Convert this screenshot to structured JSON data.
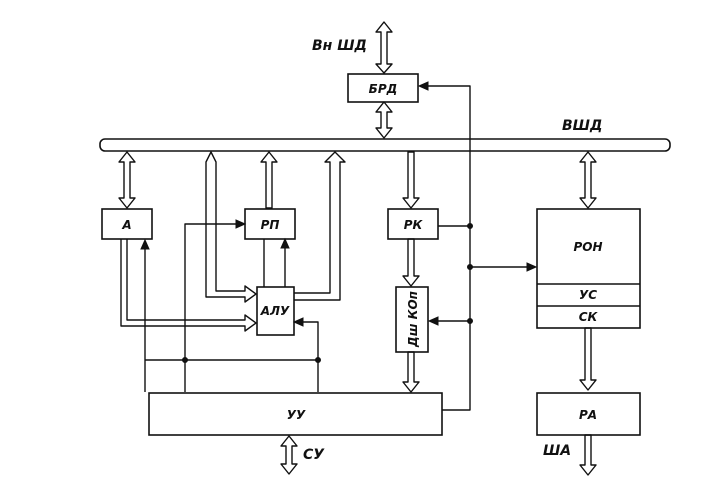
{
  "blocks": {
    "brd": "БРД",
    "a": "А",
    "rp": "РП",
    "rk": "РК",
    "alu": "АЛУ",
    "dsh": "Дш КОп",
    "ron": "РОН",
    "us": "УС",
    "sk": "СК",
    "uu": "УУ",
    "ra": "РА"
  },
  "buses": {
    "vnshd": "Вн ШД",
    "vshd": "ВШД",
    "su": "СУ",
    "sha": "ША"
  },
  "colors": {
    "stroke": "#111111",
    "background": "#ffffff"
  }
}
